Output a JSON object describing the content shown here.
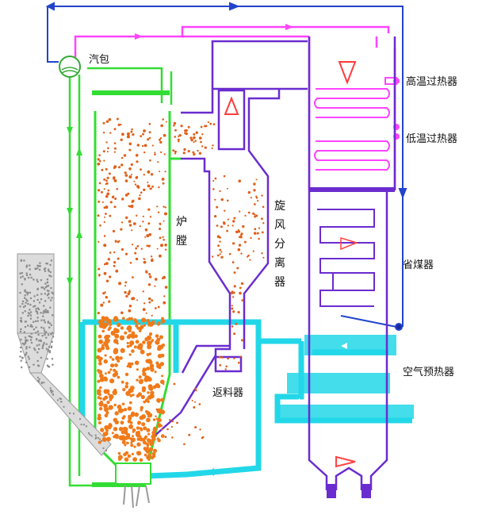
{
  "labels": {
    "drum": "汽包",
    "high_temp_superheater": "高温过热器",
    "low_temp_superheater": "低温过热器",
    "furnace": "炉膛",
    "cyclone": "旋风分离器",
    "economizer": "省煤器",
    "loop_seal": "返料器",
    "air_preheater": "空气预热器"
  },
  "colors": {
    "water_loop": "#ff44ff",
    "downcomer": "#33dd33",
    "flue_outline": "#6a2ccf",
    "feed_line": "#2244cc",
    "air_duct": "#22d7e8",
    "particles": "#e0601a",
    "coal_hopper": "#9a9a9a"
  }
}
